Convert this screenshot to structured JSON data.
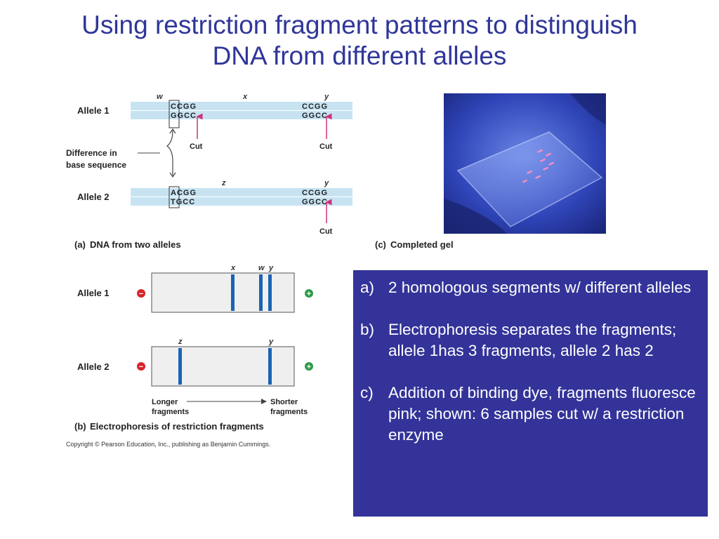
{
  "slide": {
    "title_line1": "Using restriction fragment patterns to distinguish",
    "title_line2": "DNA from different alleles"
  },
  "panel_a": {
    "allele1_label": "Allele 1",
    "allele2_label": "Allele 2",
    "site_w": "w",
    "site_x": "x",
    "site_y": "y",
    "site_z": "z",
    "seq1_w_top": "CCGG",
    "seq1_w_bottom": "GGCC",
    "seq1_y_top": "CCGG",
    "seq1_y_bottom": "GGCC",
    "seq2_w_top": "ACGG",
    "seq2_w_bottom": "TGCC",
    "seq2_y_top": "CCGG",
    "seq2_y_bottom": "GGCC",
    "cut_label": "Cut",
    "difference_line1": "Difference in",
    "difference_line2": "base sequence",
    "caption_letter": "(a)",
    "caption": "DNA from two alleles"
  },
  "panel_b": {
    "allele1_label": "Allele 1",
    "allele2_label": "Allele 2",
    "band_x": "x",
    "band_w": "w",
    "band_y": "y",
    "band_z": "z",
    "band_y2": "y",
    "minus": "−",
    "plus": "+",
    "longer_line1": "Longer",
    "longer_line2": "fragments",
    "shorter_line1": "Shorter",
    "shorter_line2": "fragments",
    "caption_letter": "(b)",
    "caption": "Electrophoresis of restriction fragments",
    "copyright": "Copyright © Pearson Education, Inc., publishing as Benjamin Cummings."
  },
  "panel_c": {
    "caption_letter": "(c)",
    "caption": "Completed gel"
  },
  "info": {
    "items": [
      {
        "letter": "a)",
        "text": "2 homologous segments w/ different alleles"
      },
      {
        "letter": "b)",
        "text": "Electrophoresis separates the fragments; allele 1has 3 fragments, allele 2 has 2"
      },
      {
        "letter": "c)",
        "text": "Addition of binding dye, fragments fluoresce pink; shown: 6 samples cut w/ a restriction enzyme"
      }
    ]
  },
  "colors": {
    "title": "#2f3699",
    "info_bg": "#333399",
    "strand": "#c7e3f2",
    "cut_arrow": "#d0317d",
    "band": "#1b63b3",
    "minus_pole": "#d8232a",
    "plus_pole": "#2e9a4a"
  }
}
